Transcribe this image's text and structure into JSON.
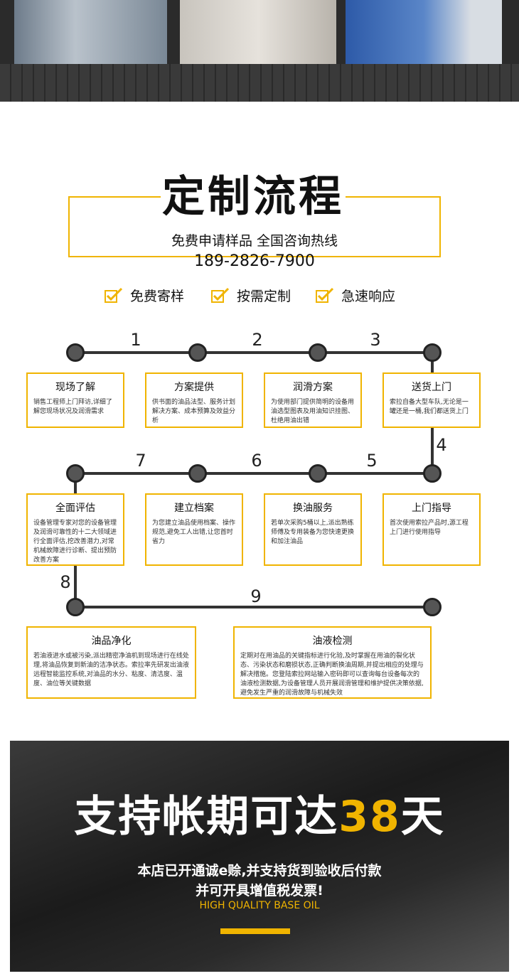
{
  "header": {
    "title": "定制流程",
    "subtitle": "免费申请样品 全国咨询热线",
    "phone": "189-2826-7900"
  },
  "features": [
    "免费寄样",
    "按需定制",
    "急速响应"
  ],
  "steps": [
    {
      "num": "1",
      "title": "现场了解",
      "desc": "销售工程师上门拜访,详细了解您现场状况及润滑需求"
    },
    {
      "num": "2",
      "title": "方案提供",
      "desc": "供书面的油品法型、服务计划解决方案、成本预算及效益分析"
    },
    {
      "num": "3",
      "title": "润滑方案",
      "desc": "为使用部门提供简明的设备用油选型图表及用油知识挂图、杜绝用油出错"
    },
    {
      "num": "4",
      "title": "送货上门",
      "desc": "索拉自备大型车队,无论是一罐还是一桶,我们都送货上门"
    },
    {
      "num": "5",
      "title": "上门指导",
      "desc": "首次使用索拉产品时,源工程上门进行使用指导"
    },
    {
      "num": "6",
      "title": "换油服务",
      "desc": "若单次采购5桶以上,派出熟练师傅及专用装备为您快速更换和加注油品"
    },
    {
      "num": "7",
      "title": "建立档案",
      "desc": "为您建立油品使用档案、操作规范,避免工人出错,让您首时省力"
    },
    {
      "num": "8",
      "title": "全面评估",
      "desc": "设备管理专家对您的设备管理及润滑可靠性的十二大领域进行全面评估,挖改善潜力,对常机械故障进行诊断、提出预防改善方案"
    },
    {
      "num": "9",
      "title": "油品净化",
      "desc": "若油液进水或被污染,派出精密净油机到现场进行在线处理,将油品恢复到新油的洁净状态。索拉率先研发出油液远程智能监控系统,对油品的水分、粘度、清洁度、温度、油位等关键数据"
    },
    {
      "num": "",
      "title": "油液检测",
      "desc": "定期对在用油品的关键指标进行化验,及时掌握在用油的裂化状态、污染状态和磨损状态,正确判断换油周期,并提出相应的处理与解决措施。您登陆索拉网站输入密码即可以查询每台设备每次的油液检测数据,为设备管理人员开展润滑管理和维护提供决策依据,避免发生严重的润滑故障与机械失效"
    }
  ],
  "banner": {
    "title_prefix": "支持帐期可达",
    "title_highlight": "38",
    "title_suffix": "天",
    "line1": "本店已开通诚e赊,并支持货到验收后付款",
    "line2": "并可开具增值税发票!",
    "english": "HIGH QUALITY BASE OIL"
  },
  "colors": {
    "accent": "#f0b400",
    "line": "#333333"
  }
}
